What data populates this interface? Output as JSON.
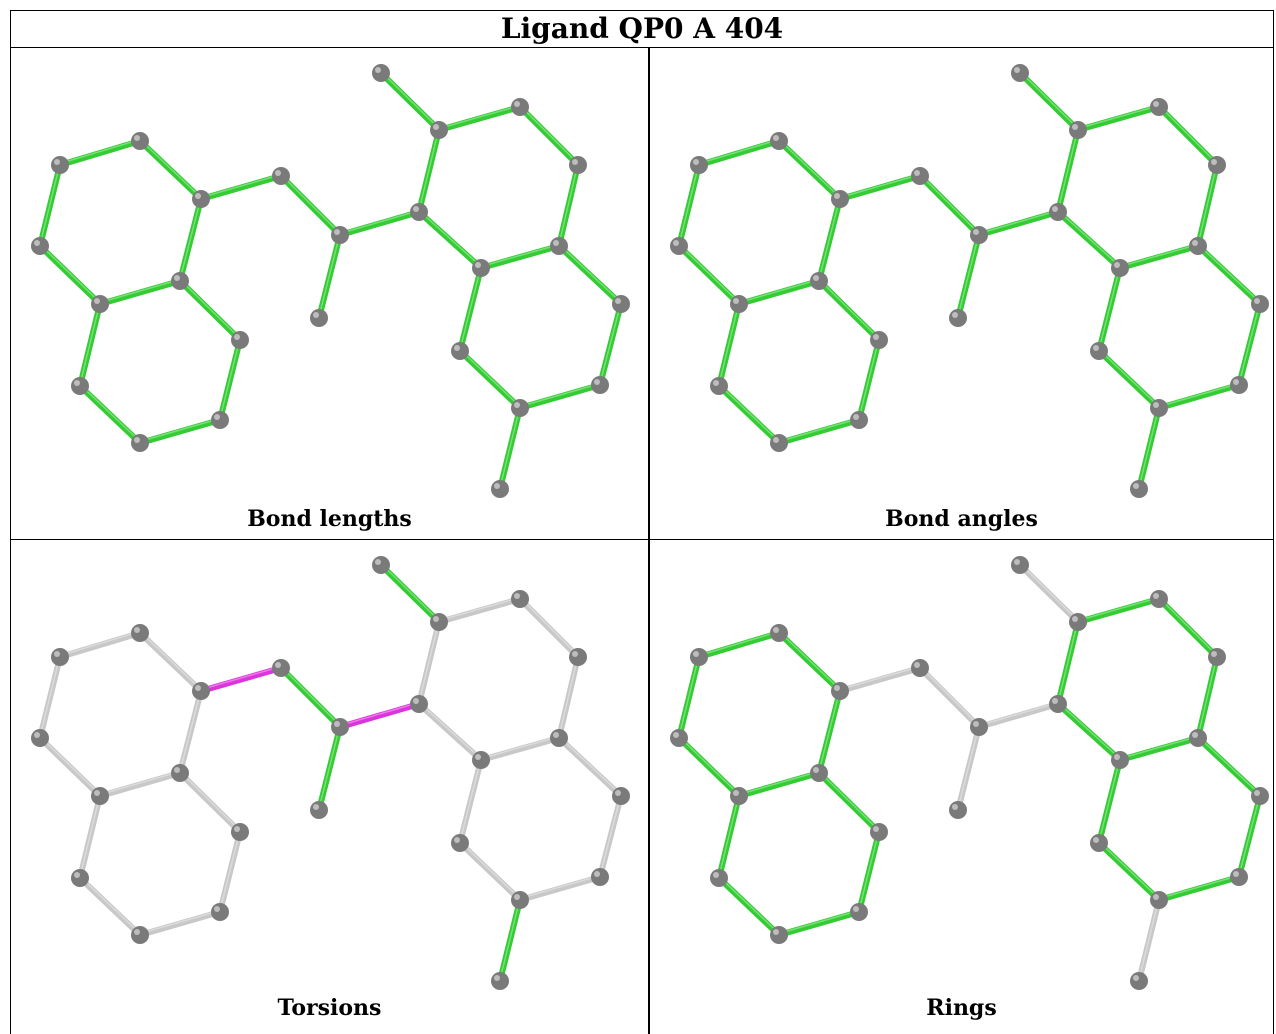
{
  "title": "Ligand QP0 A 404",
  "colors": {
    "atom": "#7a7a7a",
    "ok_bond": "#33cc33",
    "outlier_bond": "#dd33dd",
    "neutral_bond": "#c8c8c8"
  },
  "panels": [
    {
      "caption": "Bond lengths",
      "style": "all-green"
    },
    {
      "caption": "Bond angles",
      "style": "all-green"
    },
    {
      "caption": "Torsions",
      "style": "torsions"
    },
    {
      "caption": "Rings",
      "style": "rings"
    }
  ]
}
